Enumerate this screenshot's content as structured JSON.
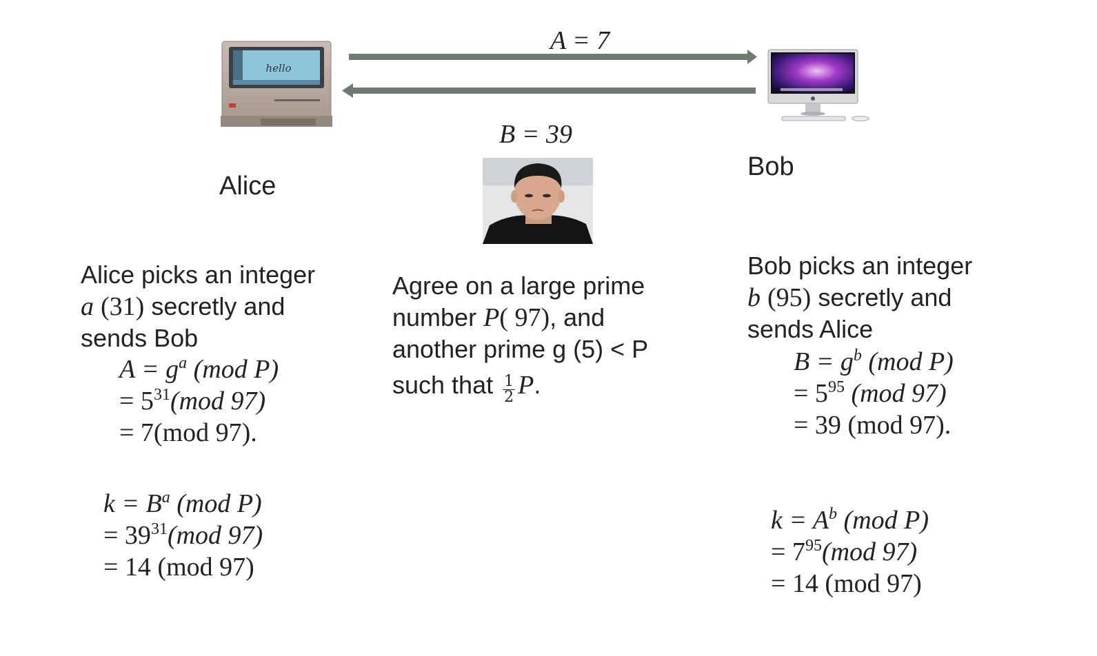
{
  "arrows": {
    "top_label": "A = 7",
    "bottom_label": "B = 39"
  },
  "alice": {
    "name": "Alice",
    "screen_text": "hello",
    "desc_line1": "Alice picks an integer",
    "desc_var": "a",
    "desc_val": "(31)",
    "desc_rest": " secretly and",
    "desc_line3": "sends Bob",
    "eq1_lhs": "A = g",
    "eq1_sup": "a",
    "eq1_rhs": " (mod P)",
    "eq2_lhs": "= 5",
    "eq2_sup": "31",
    "eq2_rhs": "(mod 97)",
    "eq3": "= 7(mod 97).",
    "k1_lhs": "k = B",
    "k1_sup": "a",
    "k1_rhs": " (mod P)",
    "k2_lhs": "= 39",
    "k2_sup": "31",
    "k2_rhs": "(mod 97)",
    "k3": "= 14 (mod 97)"
  },
  "middle": {
    "line1": "Agree on a large prime",
    "line2_pre": "number ",
    "line2_var": "P",
    "line2_val": "( 97)",
    "line2_post": ", and",
    "line3": "another prime g (5) < P",
    "line4_pre": "such that ",
    "frac_num": "1",
    "frac_den": "2",
    "line4_var": "P",
    "line4_post": "."
  },
  "bob": {
    "name": "Bob",
    "desc_line1": "Bob picks an integer",
    "desc_var": "b",
    "desc_val": "(95)",
    "desc_rest": " secretly and",
    "desc_line3": "sends Alice",
    "eq1_lhs": "B = g",
    "eq1_sup": "b",
    "eq1_rhs": " (mod P)",
    "eq2_lhs": "= 5",
    "eq2_sup": "95",
    "eq2_rhs": " (mod 97)",
    "eq3": "= 39 (mod 97).",
    "k1_lhs": "k = A",
    "k1_sup": "b",
    "k1_rhs": " (mod P)",
    "k2_lhs": "= 7",
    "k2_sup": "95",
    "k2_rhs": "(mod 97)",
    "k3": "= 14 (mod 97)"
  },
  "colors": {
    "arrow": "#6f7a70",
    "text": "#222222"
  }
}
